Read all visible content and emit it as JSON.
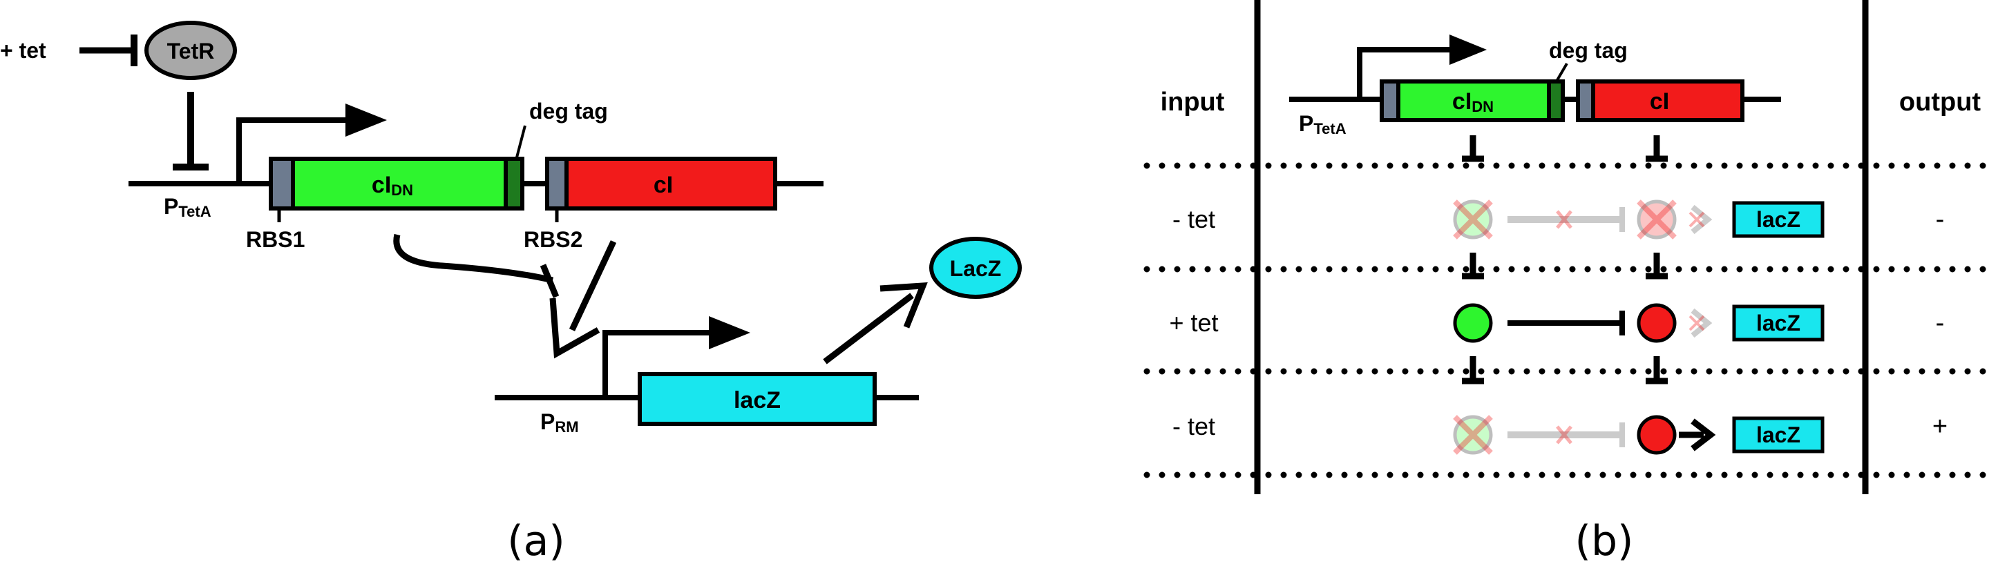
{
  "panel_a": {
    "tet_input": "+ tet",
    "tetr": "TetR",
    "promoter_tet_main": "P",
    "promoter_tet_sub": "TetA",
    "rbs1": "RBS1",
    "rbs2": "RBS2",
    "deg_tag": "deg tag",
    "ci_dn_main": "cI",
    "ci_dn_sub": "DN",
    "ci": "cI",
    "promoter_rm_main": "P",
    "promoter_rm_sub": "RM",
    "lacz_gene": "lacZ",
    "lacz_protein": "LacZ",
    "caption": "(a)"
  },
  "panel_b": {
    "input_header": "input",
    "output_header": "output",
    "deg_tag": "deg tag",
    "ci_dn_main": "cI",
    "ci_dn_sub": "DN",
    "ci": "cI",
    "promoter_main": "P",
    "promoter_sub": "TetA",
    "rows": [
      {
        "input": "- tet",
        "gene": "lacZ",
        "output": "-"
      },
      {
        "input": "+ tet",
        "gene": "lacZ",
        "output": "-"
      },
      {
        "input": "- tet",
        "gene": "lacZ",
        "output": "+"
      }
    ],
    "caption": "(b)"
  },
  "colors": {
    "green": "#2ef52e",
    "dark_green": "#1e7a1e",
    "red": "#f21b1b",
    "cyan": "#19e6ee",
    "rbs_gray": "#6d7b8f",
    "tetr_gray": "#a8a8a8"
  }
}
